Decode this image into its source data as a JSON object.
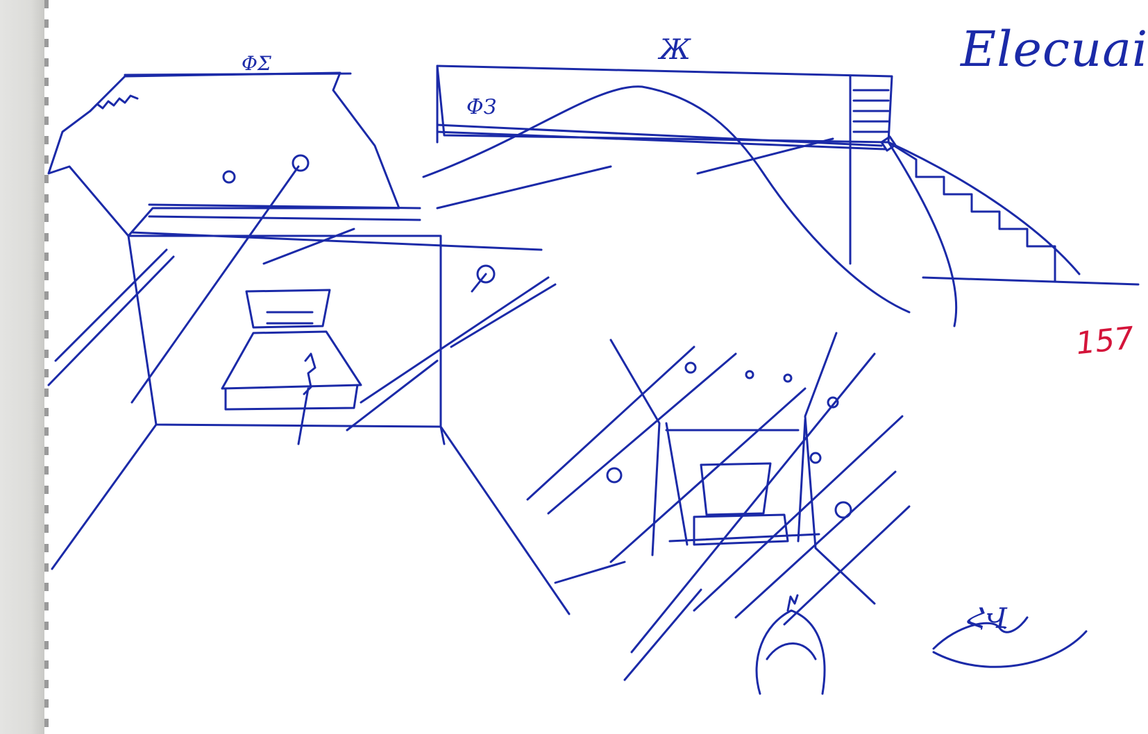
{
  "page": {
    "title_handwriting": "Elecuai",
    "page_number": "157",
    "sketch_marks": {
      "left_top_note": "ΦΣ",
      "center_top_figure": "Ж",
      "center_top_left_note": "ΦЗ",
      "signature": "ՀՎ"
    }
  },
  "colors": {
    "ink": "#1b2aa8",
    "page_number_ink": "#d4143a",
    "paper": "#ffffff",
    "binding": "#dcdcd9"
  }
}
